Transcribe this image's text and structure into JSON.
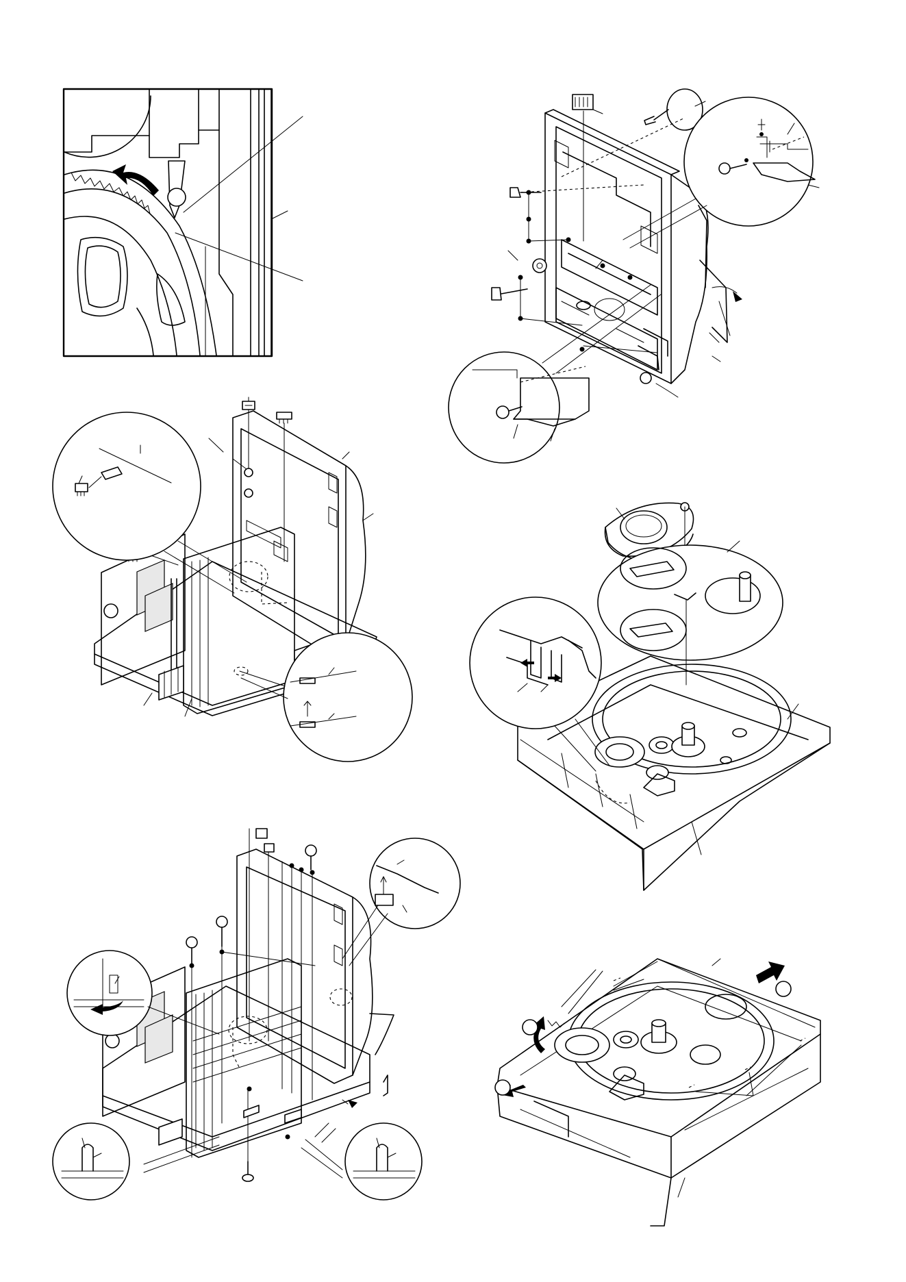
{
  "page": {
    "figures": [
      {
        "id": "fig-gear-lock"
      },
      {
        "id": "fig-front-panel-exploded"
      },
      {
        "id": "fig-chassis-connectors"
      },
      {
        "id": "fig-disc-tray-clamp"
      },
      {
        "id": "fig-chassis-screws"
      },
      {
        "id": "fig-disc-tray-removal"
      }
    ],
    "labels": {
      "circle_a": "",
      "circle_b": "",
      "circle_c": ""
    }
  }
}
